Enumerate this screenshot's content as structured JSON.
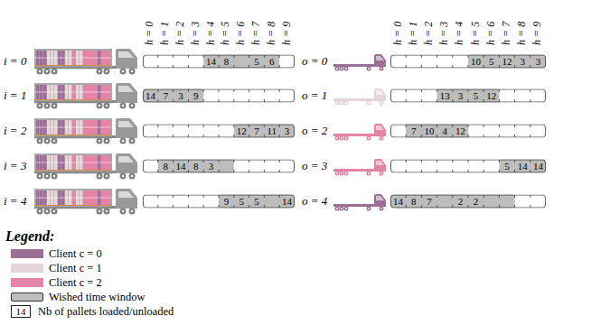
{
  "diagram": {
    "labels": [
      "h = 0",
      "h = 1",
      "h = 2",
      "h = 3",
      "h = 4",
      "h = 5",
      "h = 6",
      "h = 7",
      "h = 8",
      "h = 9",
      "h = 0",
      "h = 1",
      "h = 2",
      "h = 3",
      "h = 4",
      "h = 5",
      "h = 6",
      "h = 7",
      "h = 8",
      "h = 9",
      "i = 0",
      "14",
      "8",
      "5",
      "6",
      "o = 0",
      "10",
      "5",
      "12",
      "3",
      "3",
      "i = 1",
      "14",
      "7",
      "3",
      "9",
      "o = 1",
      "13",
      "3",
      "5",
      "12",
      "i = 2",
      "12",
      "7",
      "11",
      "3",
      "o = 2",
      "7",
      "10",
      "4",
      "12",
      "i = 3",
      "8",
      "14",
      "8",
      "3",
      "o = 3",
      "5",
      "14",
      "14",
      "i = 4",
      "9",
      "5",
      "5",
      "14",
      "o = 4",
      "14",
      "8",
      "7",
      "2",
      "2",
      "Legend:",
      "14"
    ],
    "legend": [
      {
        "text": "Client c = 0",
        "color": "#9b6e95"
      },
      {
        "text": "Client c = 1",
        "color": "#e3d5d8"
      },
      {
        "text": "Client c = 2",
        "color": "#e383a8"
      },
      {
        "text": "Wished time window",
        "color": "#bdbdbd"
      },
      {
        "text": "Nb of pallets loaded/unloaded"
      }
    ]
  }
}
